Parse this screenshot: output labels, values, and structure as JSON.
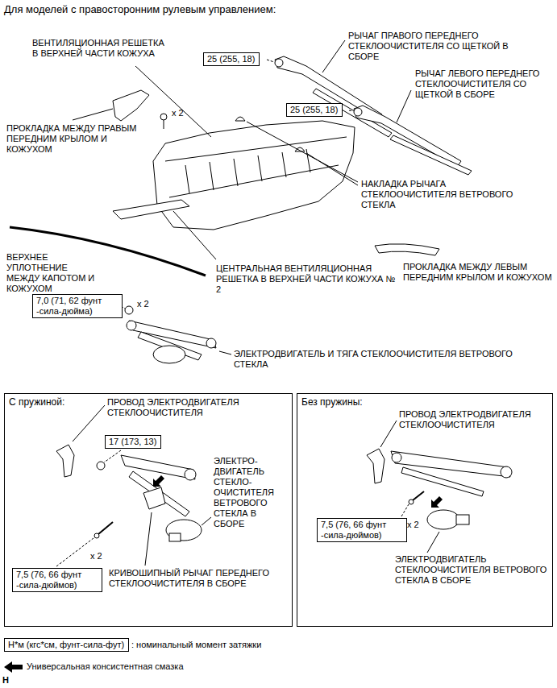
{
  "diagram": {
    "title": "Для моделей с правосторонним рулевым управлением:",
    "nodes": [
      {
        "text": [
          "25 (255, 18)"
        ]
      },
      {
        "text": [
          "25 (255, 18)"
        ]
      },
      {
        "text": [
          "7,0 (71, 62 фунт -сила-дюйма)"
        ]
      },
      {
        "text": [
          "С пружиной:"
        ]
      },
      {
        "text": [
          "17 (173, 13)"
        ],
        "in": 3
      },
      {
        "text": [
          "7,5 (76, 66 фунт -сила-дюймов)"
        ],
        "in": 3
      },
      {
        "text": [
          "Без пружины:"
        ]
      },
      {
        "text": [
          "7,5 (76, 66 фунт -сила-дюймов)"
        ],
        "in": 6
      },
      {
        "text": [
          "Н*м (кгс*см, фунт-сила-фут)"
        ]
      }
    ],
    "labels": [
      "РЫЧАГ ПРАВОГО ПЕРЕДНЕГО СТЕКЛООЧИСТИТЕЛЯ СО ЩЕТКОЙ В СБОРЕ",
      "ВЕНТИЛЯЦИОННАЯ РЕШЕТКА В ВЕРХНЕЙ ЧАСТИ КОЖУХА",
      "РЫЧАГ ЛЕВОГО ПЕРЕДНЕГО СТЕКЛООЧИСТИТЕЛЯ СО ЩЕТКОЙ В СБОРЕ",
      "x 2",
      "ПРОКЛАДКА МЕЖДУ ПРАВЫМ ПЕРЕДНИМ КРЫЛОМ И КОЖУХОМ",
      "НАКЛАДКА РЫЧАГА СТЕКЛООЧИСТИТЕЛЯ ВЕТРОВОГО СТЕКЛА",
      "ВЕРХНЕЕ УПЛОТНЕНИЕ МЕЖДУ КАПОТОМ И КОЖУХОМ",
      "ЦЕНТРАЛЬНАЯ ВЕНТИЛЯЦИОННАЯ РЕШЕТКА В ВЕРХНЕЙ ЧАСТИ КОЖУХА № 2",
      "ПРОКЛАДКА МЕЖДУ ЛЕВЫМ ПЕРЕДНИМ КРЫЛОМ И КОЖУХОМ",
      "x 2",
      "ЭЛЕКТРОДВИГАТЕЛЬ И ТЯГА СТЕКЛООЧИСТИТЕЛЯ ВЕТРОВОГО СТЕКЛА",
      "ПРОВОД ЭЛЕКТРОДВИГАТЕЛЯ СТЕКЛООЧИСТИТЕЛЯ",
      "ЭЛЕКТРО- ДВИГАТЕЛЬ СТЕКЛО- ОЧИСТИТЕЛЯ ВЕТРОВОГО СТЕКЛА В СБОРЕ",
      "x 2",
      "КРИВОШИПНЫЙ РЫЧАГ ПЕРЕДНЕГО СТЕКЛООЧИСТИТЕЛЯ В СБОРЕ",
      "ПРОВОД ЭЛЕКТРОДВИГАТЕЛЯ СТЕКЛООЧИСТИТЕЛЯ",
      "x 2",
      "ЭЛЕКТРОДВИГАТЕЛЬ СТЕКЛООЧИСТИТЕЛЯ ВЕТРОВОГО СТЕКЛА В СБОРЕ",
      "Н"
    ],
    "legend": [
      {
        "text": ": номинальный момент затяжки"
      },
      {
        "text": "Универсальная консистентная смазка"
      }
    ]
  }
}
